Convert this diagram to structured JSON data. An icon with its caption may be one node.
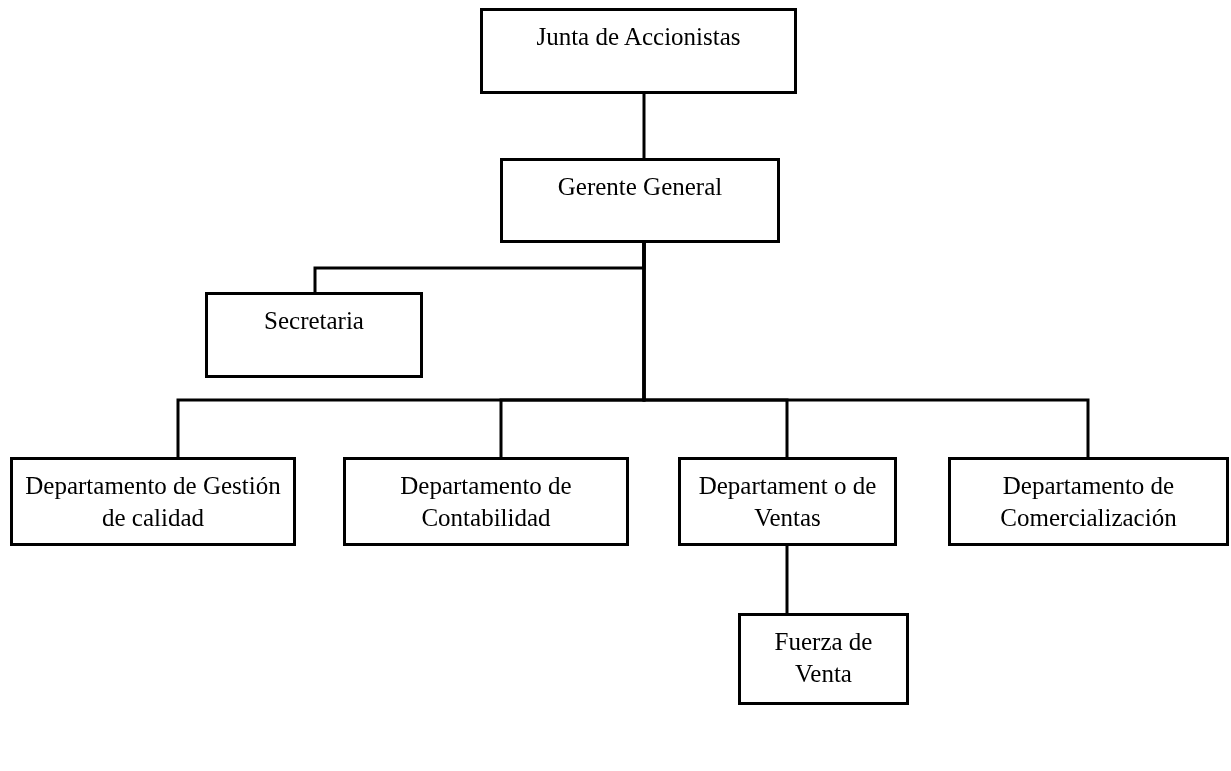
{
  "diagram": {
    "nodes": [
      {
        "text": [
          "Junta de Accionistas"
        ]
      },
      {
        "text": [
          "Gerente General"
        ]
      },
      {
        "text": [
          "Secretaria"
        ]
      },
      {
        "text": [
          "Departamento de Gestión de calidad"
        ]
      },
      {
        "text": [
          "Departamento de Contabilidad"
        ]
      },
      {
        "text": [
          "Departament o de Ventas"
        ]
      },
      {
        "text": [
          "Departamento de Comercialización"
        ]
      },
      {
        "text": [
          "Fuerza de Venta"
        ]
      }
    ],
    "edges": [
      {
        "from": 0,
        "to": 1,
        "arrow": "none"
      },
      {
        "from": 1,
        "to": 2,
        "arrow": "none"
      },
      {
        "from": 1,
        "to": 3,
        "arrow": "none"
      },
      {
        "from": 1,
        "to": 4,
        "arrow": "none"
      },
      {
        "from": 1,
        "to": 5,
        "arrow": "none"
      },
      {
        "from": 1,
        "to": 6,
        "arrow": "none"
      },
      {
        "from": 5,
        "to": 7,
        "arrow": "none"
      }
    ]
  }
}
